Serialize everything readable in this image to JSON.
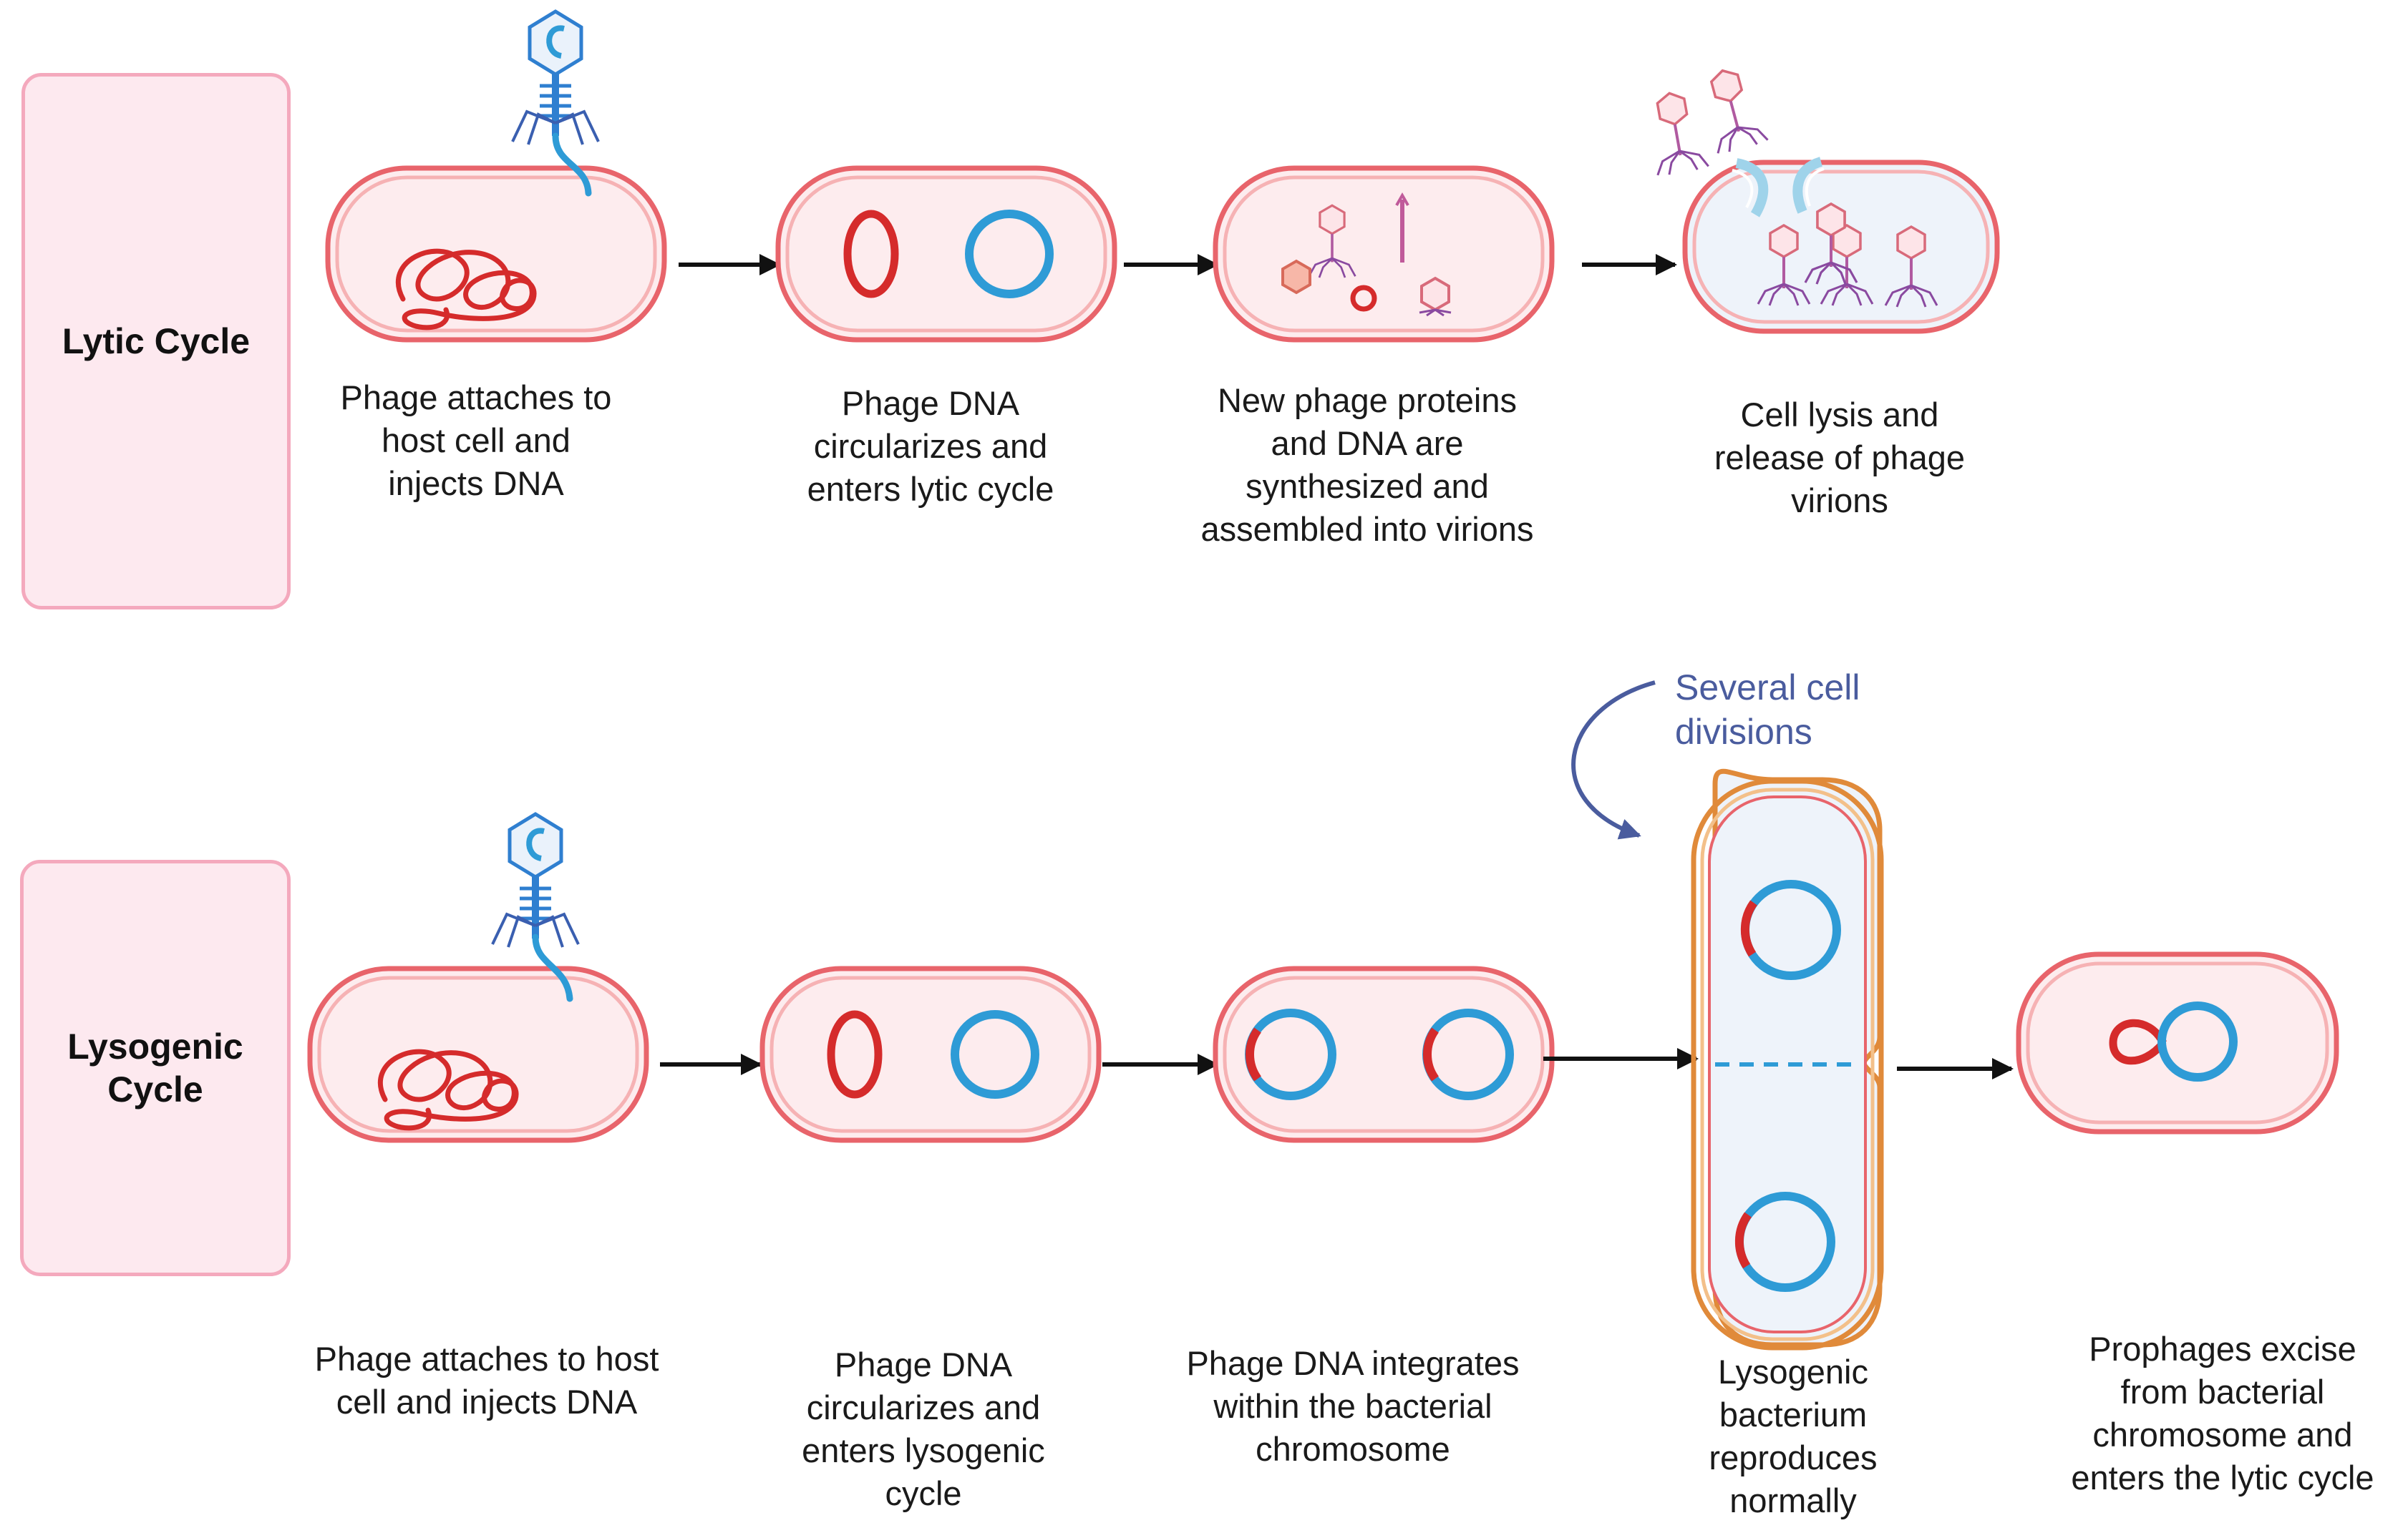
{
  "lytic": {
    "label": "Lytic Cycle",
    "steps": [
      "Phage attaches to\nhost cell and\ninjects DNA",
      "Phage DNA\ncircularizes and\nenters lytic cycle",
      "New phage proteins\nand DNA are\nsynthesized and\nassembled into virions",
      "Cell lysis and\nrelease of phage\nvirions"
    ]
  },
  "lysogenic": {
    "label": "Lysogenic\nCycle",
    "steps": [
      "Phage attaches to host\ncell and injects DNA",
      "Phage DNA\ncircularizes and\nenters lysogenic\ncycle",
      "Phage DNA integrates\nwithin the bacterial\nchromosome",
      "Lysogenic\nbacterium\nreproduces\nnormally",
      "Prophages excise\nfrom bacterial\nchromosome and\nenters the lytic cycle"
    ],
    "divisions_note": "Several cell\ndivisions"
  },
  "colors": {
    "membrane": "#e8646b",
    "membrane_inner": "#f6b2b4",
    "cytoplasm": "#fdecee",
    "bacterial_dna": "#d52b2b",
    "phage_dna": "#2e9bd6",
    "phage_body": "#2f7fd0",
    "new_phage": "#c96aa0",
    "dividing_wall": "#e08a3a",
    "dividing_fill": "#eef3fa",
    "arrow": "#111111",
    "note": "#4a5c9e",
    "label_fill": "#fde9ef",
    "label_border": "#f4a9bd"
  }
}
